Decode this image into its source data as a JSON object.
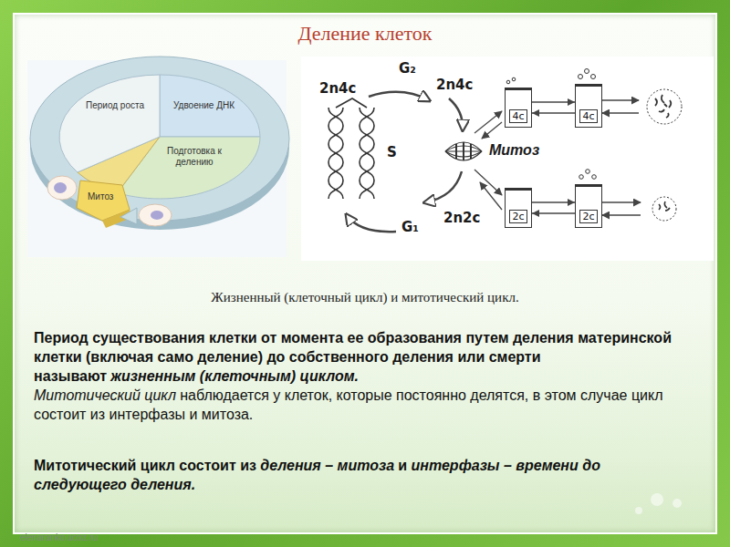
{
  "diagram": {
    "title": "Деление клеток",
    "caption": "Жизненный (клеточный цикл) и митотический цикл.",
    "nodes": [
      {
        "text": [
          "4c"
        ]
      },
      {
        "text": [
          "4c"
        ]
      },
      {
        "text": [
          "2c"
        ]
      },
      {
        "text": [
          "2c"
        ]
      }
    ],
    "edges": [
      {
        "from": 0,
        "to": 1,
        "arrow": "to"
      },
      {
        "from": 1,
        "to": 0,
        "arrow": "to"
      },
      {
        "from": 2,
        "to": 3,
        "arrow": "to"
      },
      {
        "from": 3,
        "to": 2,
        "arrow": "to"
      }
    ],
    "labels": [
      "2n4c",
      "G₂",
      "2n4c",
      "S",
      "Митоз",
      "G₁",
      "2n2c",
      "Период роста",
      "Удвоение ДНК",
      "Подготовка к делению",
      "Митоз",
      "Период существования клетки от момента ее образования путем деления материнской клетки (включая само деление) до собственного деления или смерти называют",
      "жизненным (клеточным) циклом.",
      "Митотический цикл",
      "наблюдается у клеток, которые постоянно делятся, в этом случае цикл состоит из интерфазы и митоза.",
      "Митотический цикл состоит из",
      "деления – митоза",
      "и",
      "интерфазы – времени до следующего деления.",
      "elenaranko.ucoz.ru"
    ]
  }
}
